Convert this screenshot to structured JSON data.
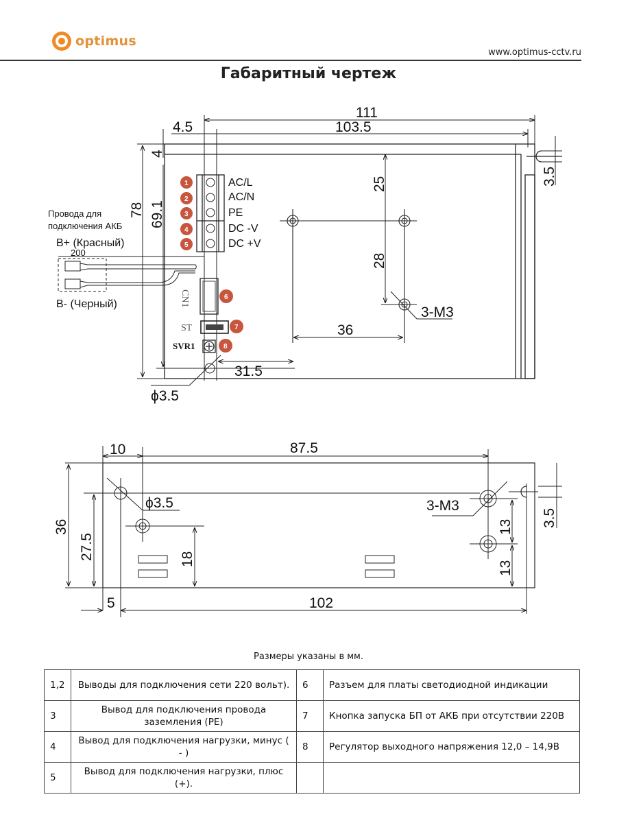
{
  "header": {
    "brand": "optimus",
    "website": "www.optimus-cctv.ru",
    "title": "Габаритный чертеж",
    "brand_color": "#e3923a"
  },
  "top_view": {
    "dimensions": {
      "overall_length": "111",
      "inner_length": "103.5",
      "left_offset": "4.5",
      "top_offset": "4",
      "overall_height": "78",
      "inner_height": "69.1",
      "hole_v1": "25",
      "hole_v2": "28",
      "hole_h": "36",
      "bottom_offset": "31.5",
      "hole_diameter": "ϕ3.5",
      "thread_holes": "3-M3",
      "edge_slot": "3.5",
      "wire_length": "200"
    },
    "terminals": [
      {
        "badge": "1",
        "label": "AC/L"
      },
      {
        "badge": "2",
        "label": "AC/N"
      },
      {
        "badge": "3",
        "label": "PE"
      },
      {
        "badge": "4",
        "label": "DC -V"
      },
      {
        "badge": "5",
        "label": "DC +V"
      }
    ],
    "components": [
      {
        "badge": "6",
        "label": "CN1"
      },
      {
        "badge": "7",
        "label": "ST"
      },
      {
        "badge": "8",
        "label": "SVR1"
      }
    ],
    "battery_wires_caption_1": "Провода для",
    "battery_wires_caption_2": "подключения АКБ",
    "wire_positive": "B+ (Красный)",
    "wire_negative": "B- (Черный)",
    "badge_color": "#c8553d"
  },
  "side_view": {
    "dimensions": {
      "hole_offset": "10",
      "hole_spacing": "87.5",
      "height": "36",
      "hole_height": "27.5",
      "lower_hole_height": "18",
      "hole_diameter": "ϕ3.5",
      "thread_holes": "3-M3",
      "right_v1": "13",
      "right_v2": "13",
      "edge_slot": "3.5",
      "left_offset": "5",
      "length": "102"
    }
  },
  "note": "Размеры указаны в мм.",
  "legend": {
    "rows": [
      {
        "n1": "1,2",
        "d1": "Выводы для подключения сети 220 вольт).",
        "n2": "6",
        "d2": "Разъем для платы светодиодной индикации"
      },
      {
        "n1": "3",
        "d1": "Вывод для подключения провода заземления (PE)",
        "n2": "7",
        "d2": "Кнопка запуска БП от АКБ при отсутствии 220В"
      },
      {
        "n1": "4",
        "d1": "Вывод для подключения нагрузки, минус ( - )",
        "n2": "8",
        "d2": "Регулятор выходного напряжения 12,0 – 14,9В"
      },
      {
        "n1": "5",
        "d1": "Вывод для подключения нагрузки, плюс (+).",
        "n2": "",
        "d2": ""
      }
    ]
  }
}
